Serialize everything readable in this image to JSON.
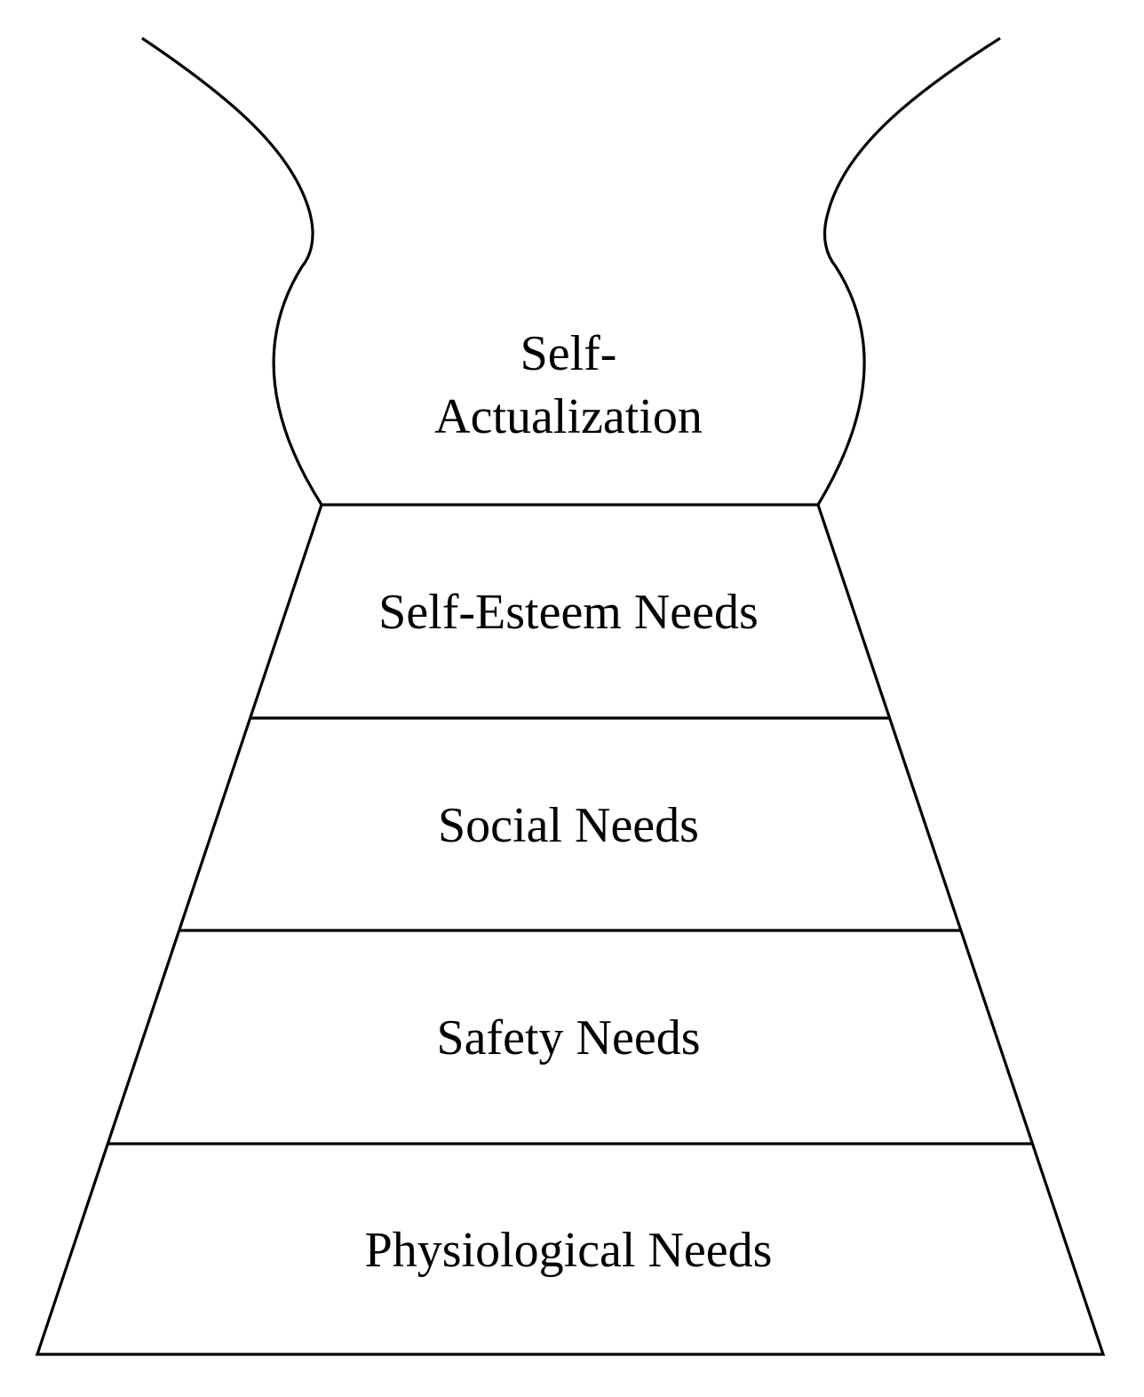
{
  "levels": [
    {
      "id": "self-actualization",
      "label_lines": [
        "Self-",
        "Actualization"
      ]
    },
    {
      "id": "self-esteem",
      "label": "Self-Esteem Needs"
    },
    {
      "id": "social",
      "label": "Social Needs"
    },
    {
      "id": "safety",
      "label": "Safety Needs"
    },
    {
      "id": "physiological",
      "label": "Physiological Needs"
    }
  ],
  "colors": {
    "background": "#ffffff",
    "stroke": "#000000",
    "text": "#000000"
  }
}
